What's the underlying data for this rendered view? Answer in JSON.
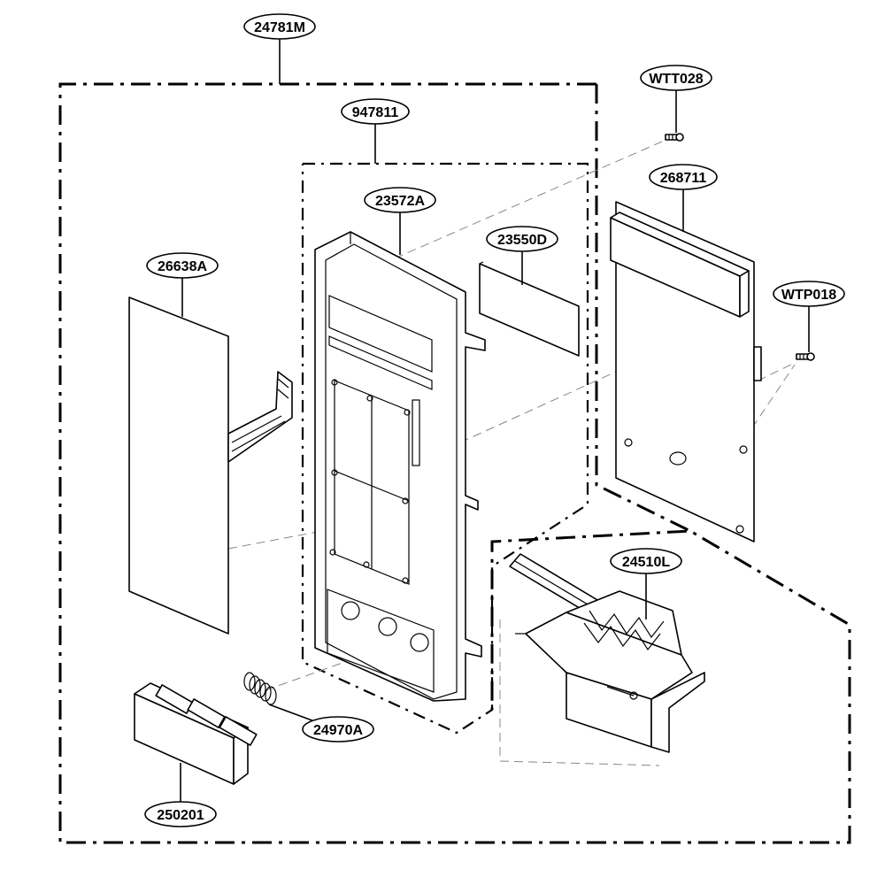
{
  "diagram": {
    "part_labels": {
      "assembly": "24781M",
      "subassembly": "947811",
      "control_panel": "23572A",
      "window": "23550D",
      "membrane": "26638A",
      "pcb": "268711",
      "screw_top": "WTT028",
      "screw_right": "WTP018",
      "latch": "24510L",
      "spring": "24970A",
      "button": "250201"
    }
  }
}
